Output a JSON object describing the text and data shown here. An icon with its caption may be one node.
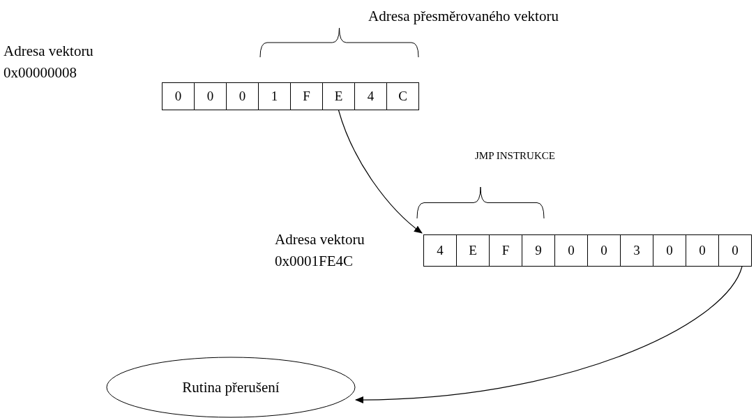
{
  "diagram": {
    "nodes": [
      {
        "text": [
          "0"
        ]
      },
      {
        "text": [
          "0"
        ]
      },
      {
        "text": [
          "0"
        ]
      },
      {
        "text": [
          "1"
        ]
      },
      {
        "text": [
          "F"
        ]
      },
      {
        "text": [
          "E"
        ]
      },
      {
        "text": [
          "4"
        ]
      },
      {
        "text": [
          "C"
        ]
      },
      {
        "text": [
          "4"
        ]
      },
      {
        "text": [
          "E"
        ]
      },
      {
        "text": [
          "F"
        ]
      },
      {
        "text": [
          "9"
        ]
      },
      {
        "text": [
          "0"
        ]
      },
      {
        "text": [
          "0"
        ]
      },
      {
        "text": [
          "3"
        ]
      },
      {
        "text": [
          "0"
        ]
      },
      {
        "text": [
          "0"
        ]
      },
      {
        "text": [
          "0"
        ]
      },
      {
        "text": [
          "Rutina přerušení"
        ]
      }
    ],
    "edges": [
      {
        "from": 5,
        "to": 8,
        "arrow": "to"
      },
      {
        "from": 17,
        "to": 18,
        "arrow": "to"
      }
    ],
    "labels": [
      "Adresa přesměrovaného vektoru",
      "Adresa vektoru 0x00000008",
      "JMP INSTRUKCE",
      "Adresa vektoru 0x0001FE4C"
    ]
  }
}
